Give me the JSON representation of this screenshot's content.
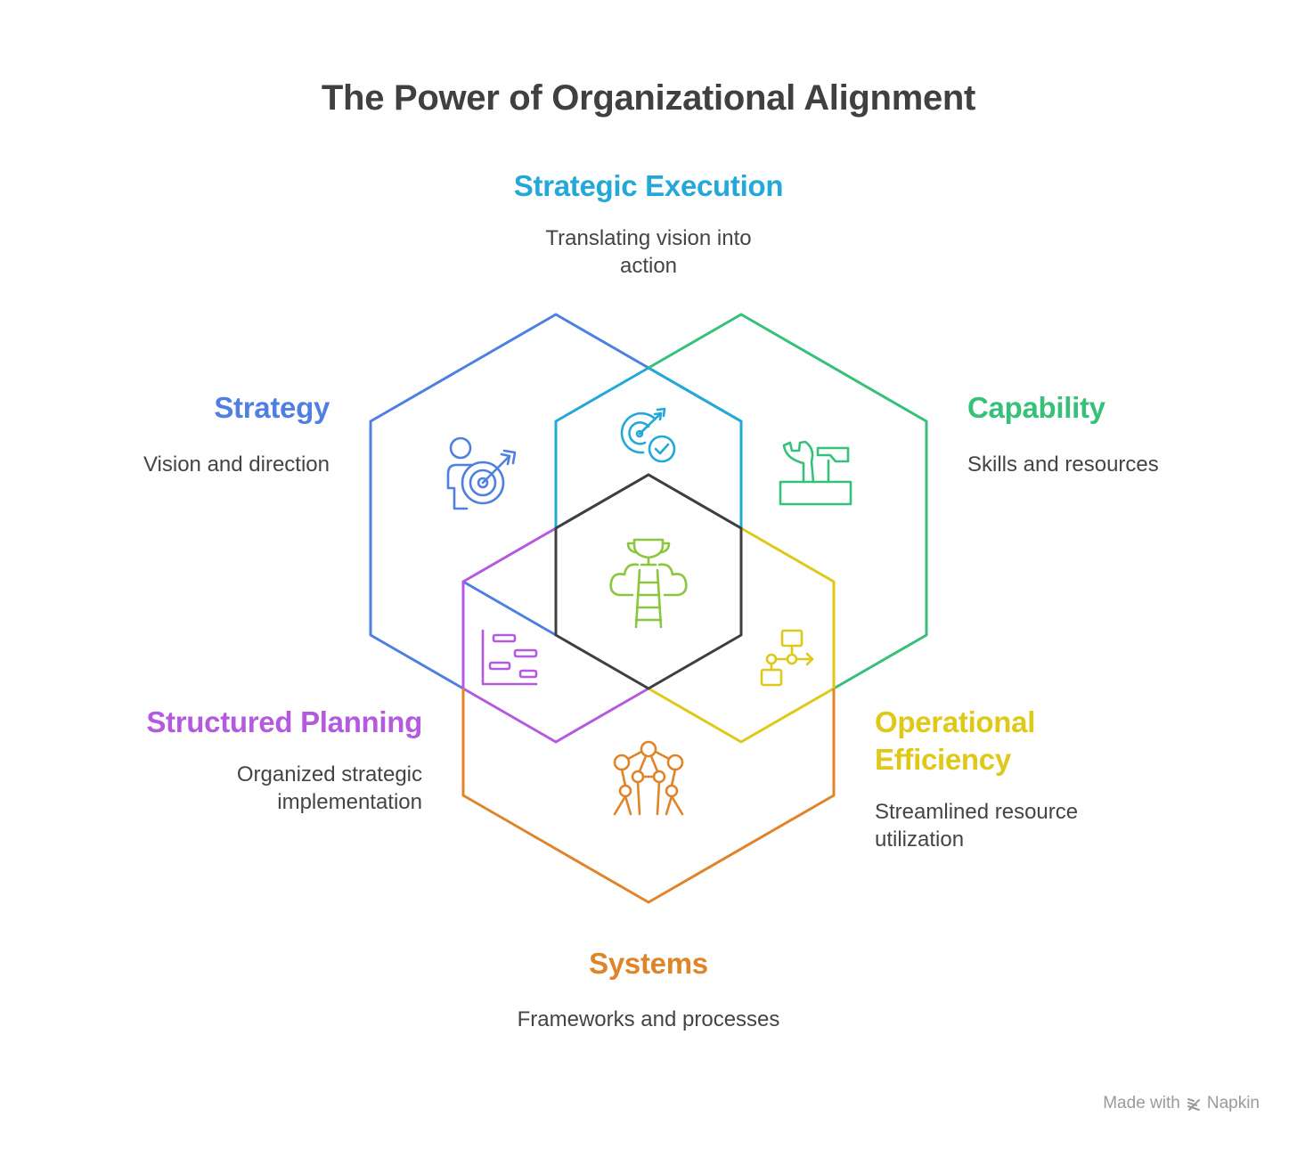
{
  "title": "The Power of Organizational Alignment",
  "colors": {
    "strategy": "#4f7fe0",
    "strategic_execution": "#23a8d8",
    "capability": "#37c07a",
    "structured_planning": "#b45ae0",
    "operational_efficiency": "#e0c818",
    "systems": "#e0842a",
    "center": "#3f3f3f",
    "center_icon": "#8cc63f"
  },
  "sections": {
    "strategic_execution": {
      "heading": "Strategic Execution",
      "desc_lines": [
        "Translating vision into",
        "action"
      ],
      "icon": "target-check-icon"
    },
    "strategy": {
      "heading": "Strategy",
      "desc_lines": [
        "Vision and direction"
      ],
      "icon": "person-target-icon"
    },
    "capability": {
      "heading": "Capability",
      "desc_lines": [
        "Skills and resources"
      ],
      "icon": "toolbox-icon"
    },
    "structured_planning": {
      "heading": "Structured Planning",
      "desc_lines": [
        "Organized strategic",
        "implementation"
      ],
      "icon": "gantt-chart-icon"
    },
    "operational_efficiency": {
      "heading_lines": [
        "Operational",
        "Efficiency"
      ],
      "desc_lines": [
        "Streamlined resource",
        "utilization"
      ],
      "icon": "workflow-icon"
    },
    "systems": {
      "heading": "Systems",
      "desc_lines": [
        "Frameworks and processes"
      ],
      "icon": "molecule-structure-icon"
    }
  },
  "center": {
    "icon": "trophy-ladder-icon"
  },
  "footer": {
    "made_with": "Made with",
    "brand": "Napkin"
  }
}
